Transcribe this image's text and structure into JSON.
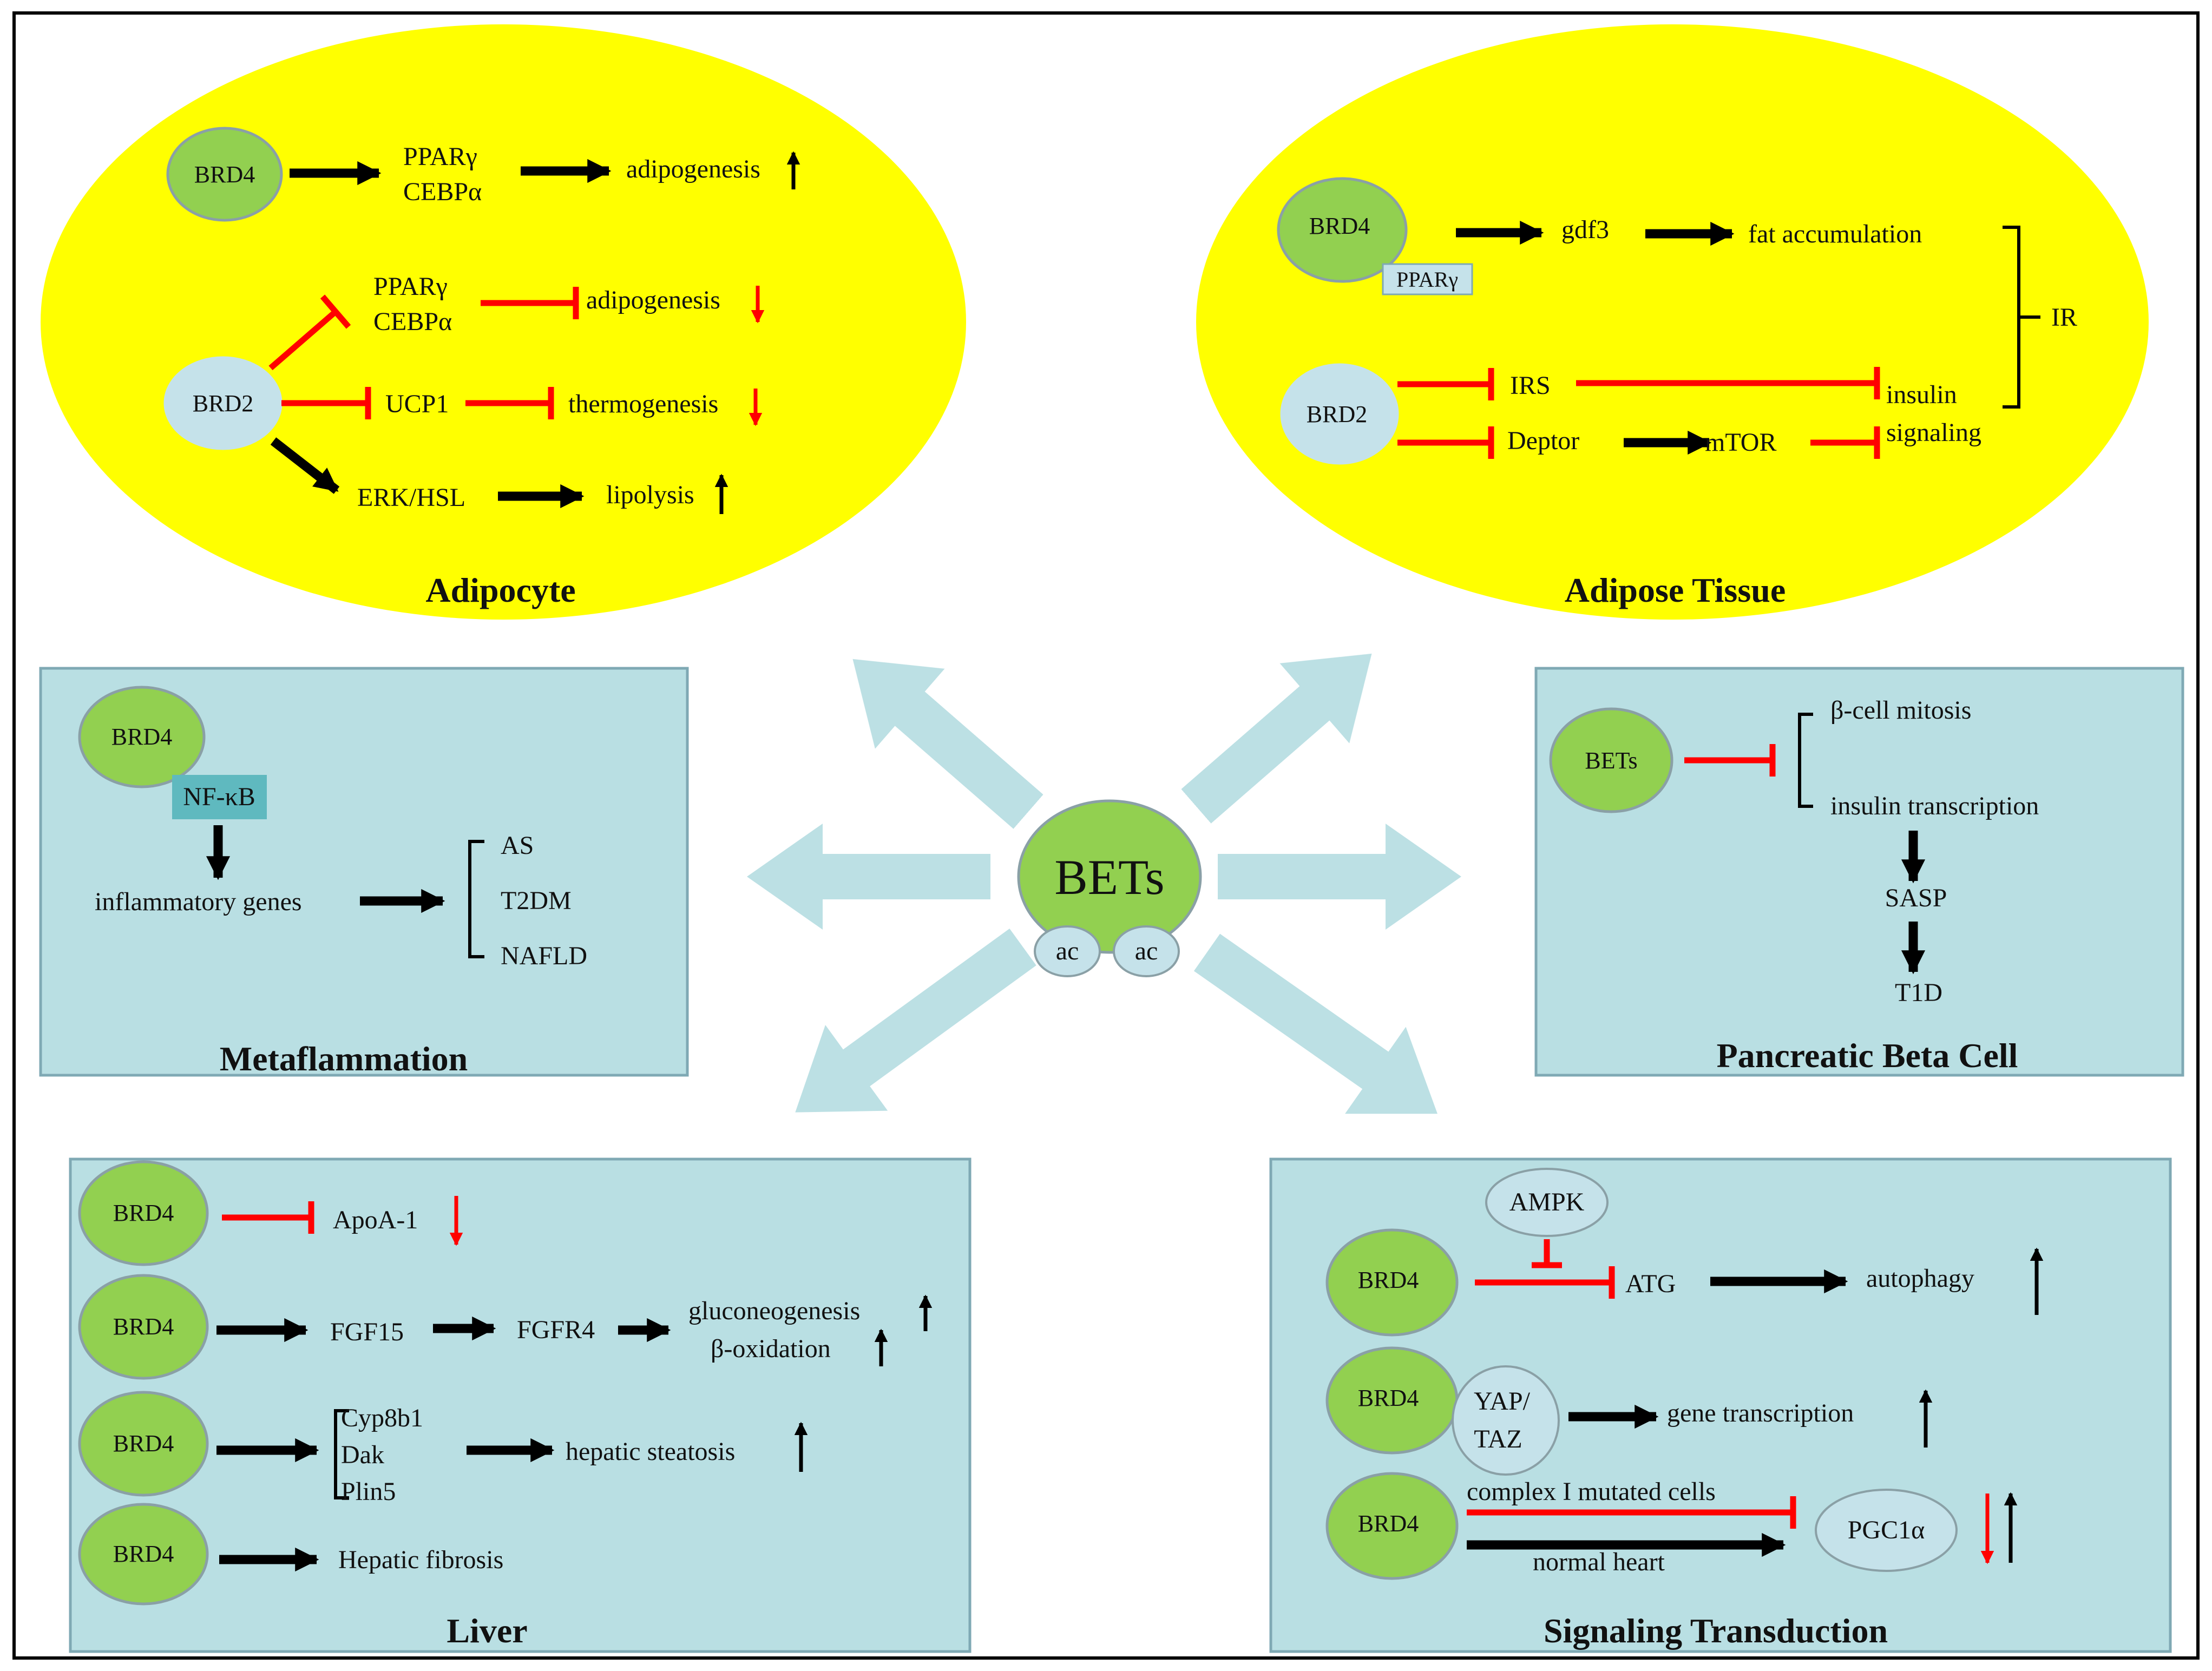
{
  "colors": {
    "yellow": "#ffff00",
    "panel": "#b9dfe3",
    "panel_border": "#7fa9b4",
    "green_node": "#92d050",
    "node_border": "#8aa0a6",
    "light_node": "#c5e2ea",
    "nfkb_box": "#5fb9bf",
    "activate": "#000000",
    "inhibit": "#ff0000",
    "big_arrow": "#b9dfe3"
  },
  "center": {
    "label": "BETs",
    "ac_left": "ac",
    "ac_right": "ac"
  },
  "adipocyte": {
    "title": "Adipocyte",
    "brd4": "BRD4",
    "brd2": "BRD2",
    "ppar_a": "PPARγ",
    "cebp_a": "CEBPα",
    "adipogenesis_up": "adipogenesis",
    "ppar_b": "PPARγ",
    "cebp_b": "CEBPα",
    "adipogenesis_down": "adipogenesis",
    "ucp1": "UCP1",
    "thermogenesis": "thermogenesis",
    "erk": "ERK/HSL",
    "lipolysis": "lipolysis"
  },
  "adipose": {
    "title": "Adipose Tissue",
    "brd4": "BRD4",
    "ppar": "PPARγ",
    "gdf3": "gdf3",
    "fat": "fat accumulation",
    "brd2": "BRD2",
    "irs": "IRS",
    "insulin": "insulin",
    "signaling": "signaling",
    "deptor": "Deptor",
    "mtor": "mTOR",
    "ir": "IR"
  },
  "metaflammation": {
    "title": "Metaflammation",
    "brd4": "BRD4",
    "nfkb": "NF-κB",
    "inflammatory": "inflammatory genes",
    "as": "AS",
    "t2dm": "T2DM",
    "nafld": "NAFLD"
  },
  "pancreatic": {
    "title": "Pancreatic Beta Cell",
    "bets": "BETs",
    "mitosis": "β-cell mitosis",
    "insulin_tx": "insulin transcription",
    "sasp": "SASP",
    "t1d": "T1D"
  },
  "liver": {
    "title": "Liver",
    "brd4_1": "BRD4",
    "apoa1": "ApoA-1",
    "brd4_2": "BRD4",
    "fgf15": "FGF15",
    "fgfr4": "FGFR4",
    "gluconeogenesis": "gluconeogenesis",
    "boxidation": "β-oxidation",
    "brd4_3": "BRD4",
    "cyp8b1": "Cyp8b1",
    "dak": "Dak",
    "plin5": "Plin5",
    "steatosis": "hepatic steatosis",
    "brd4_4": "BRD4",
    "fibrosis": "Hepatic fibrosis"
  },
  "signaling": {
    "title": "Signaling Transduction",
    "ampk": "AMPK",
    "brd4_1": "BRD4",
    "atg": "ATG",
    "autophagy": "autophagy",
    "brd4_2": "BRD4",
    "yap": "YAP/",
    "taz": "TAZ",
    "gene_tx": "gene transcription",
    "brd4_3": "BRD4",
    "complex": "complex I mutated cells",
    "normal": "normal heart",
    "pgc1a": "PGC1α"
  }
}
